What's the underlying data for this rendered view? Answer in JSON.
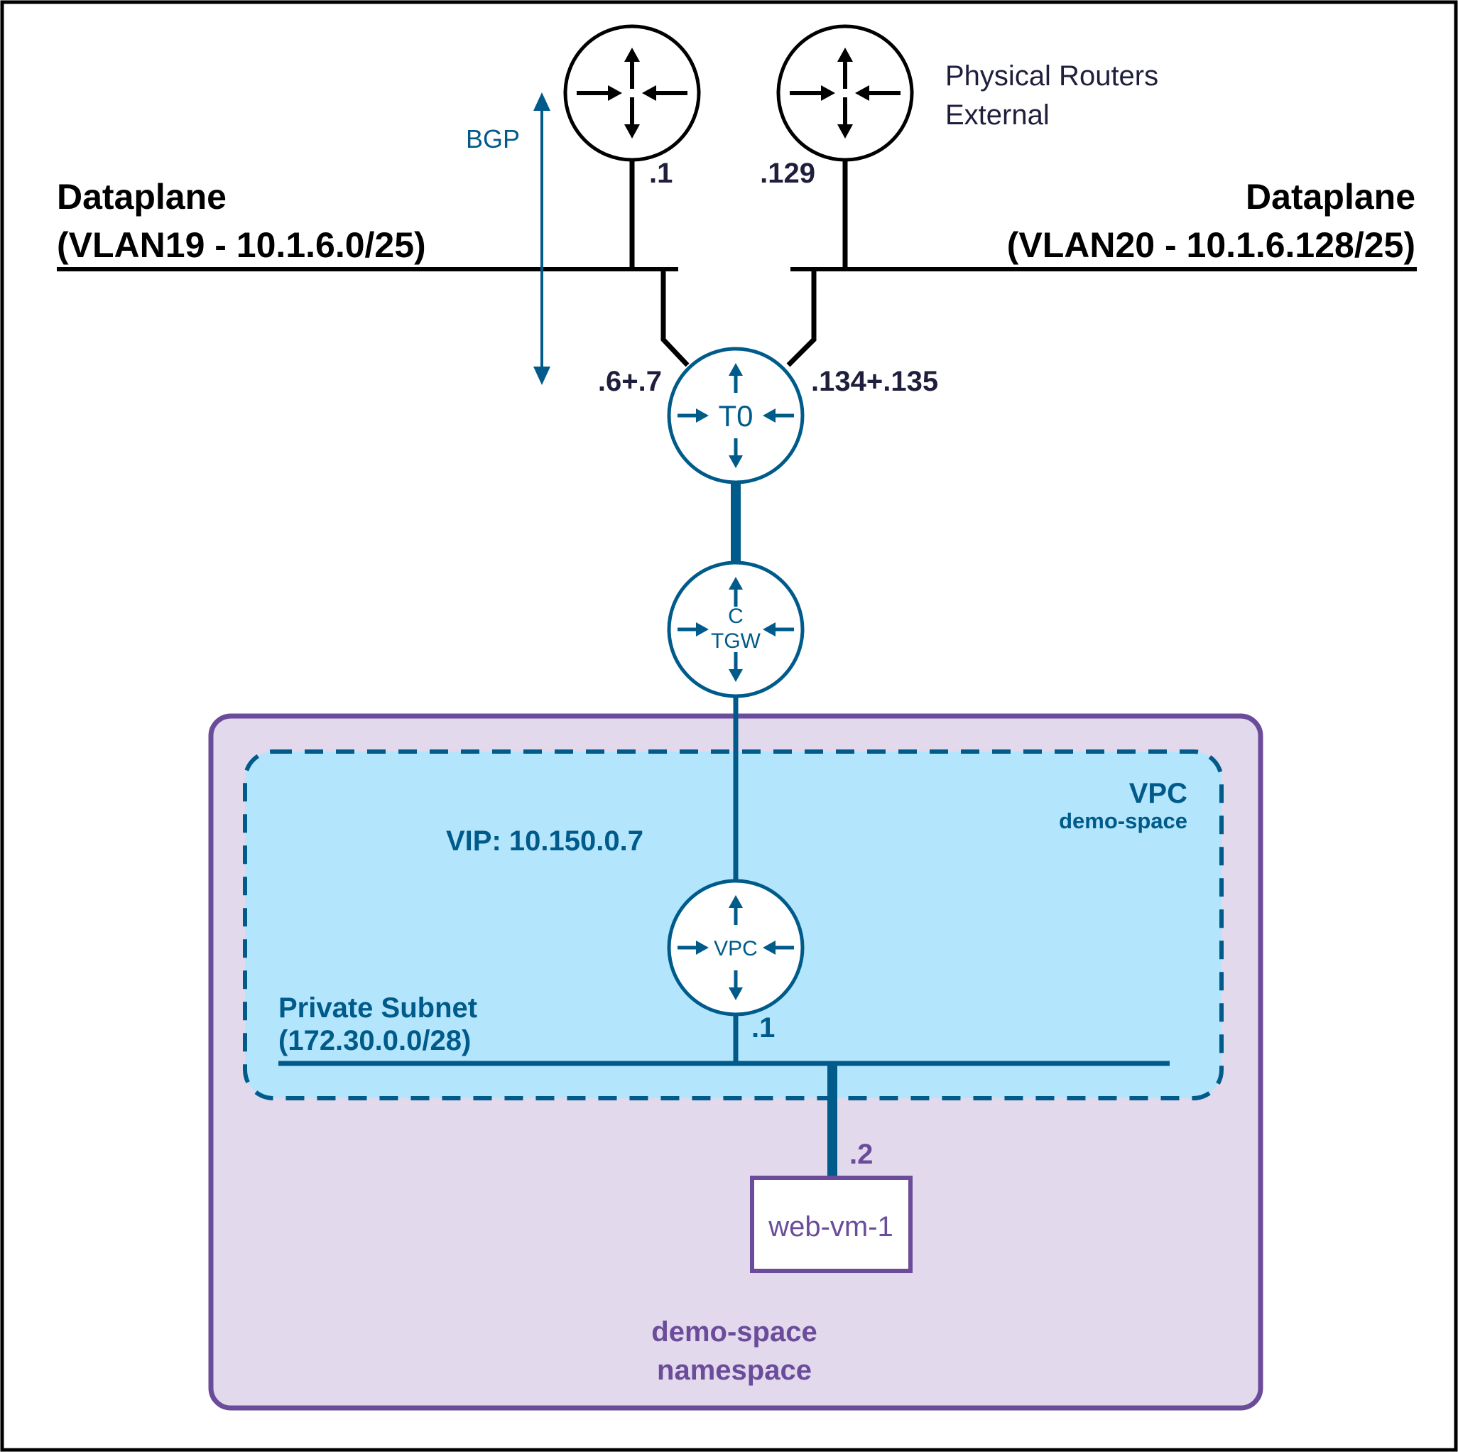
{
  "colors": {
    "black": "#000000",
    "blue": "#005b8a",
    "dark_text": "#1f1f3d",
    "purple": "#6b4c9a",
    "purple_fill": "#e2d9ec",
    "vpc_fill": "#b3e5fc",
    "router_icon_blue": "#005b8a"
  },
  "external_routers": {
    "label_line1": "Physical Routers",
    "label_line2": "External",
    "icon": "router-icon"
  },
  "bgp": {
    "label": "BGP",
    "icon": "bidirectional-arrow-icon"
  },
  "dataplane_left": {
    "title": "Dataplane",
    "subnet": "(VLAN19 - 10.1.6.0/25)",
    "router_ip": ".1",
    "t0_ip": ".6+.7"
  },
  "dataplane_right": {
    "title": "Dataplane",
    "subnet": "(VLAN20 - 10.1.6.128/25)",
    "router_ip": ".129",
    "t0_ip": ".134+.135"
  },
  "t0_router": {
    "label": "T0",
    "icon": "router-icon"
  },
  "ctgw_router": {
    "label_line1": "C",
    "label_line2": "TGW",
    "icon": "router-icon"
  },
  "vpc": {
    "title": "VPC",
    "subtitle": "demo-space",
    "vip": "VIP: 10.150.0.7",
    "router_label": "VPC",
    "router_icon": "router-icon"
  },
  "private_subnet": {
    "title": "Private Subnet",
    "cidr": "(172.30.0.0/28)",
    "gateway_ip": ".1",
    "vm_ip": ".2"
  },
  "vm": {
    "name": "web-vm-1"
  },
  "namespace": {
    "label_line1": "demo-space",
    "label_line2": "namespace"
  }
}
